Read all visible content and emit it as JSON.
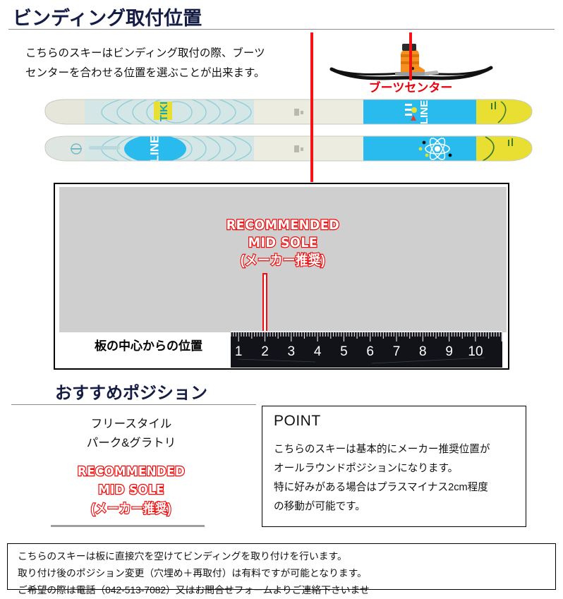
{
  "header": {
    "title": "ビンディング取付位置"
  },
  "intro": {
    "line1": "こちらのスキーはビンディング取付の際、ブーツ",
    "line2": "センターを合わせる位置を選ぶことが出来ます。"
  },
  "boot_illustration": {
    "caption": "ブーツセンター",
    "caption_color": "#e8000d",
    "boot_color": "#f78f1e",
    "center_line_color": "#f41414",
    "ski_color": "#111111"
  },
  "skis": {
    "tip_color": "#d6e7e6",
    "body_color": "#eeeee2",
    "accent_cyan": "#29bbed",
    "accent_yellow": "#e8df32",
    "brand": "LINE",
    "top_ski_graphic": "wave-rings-with-tiki-logo",
    "bottom_ski_graphic": "wave-rings-with-atom-logo"
  },
  "panel": {
    "recommended": {
      "line1": "RECOMMENDED",
      "line2": "MID SOLE",
      "line3": "(メーカー推奨)",
      "text_fill": "#ffffff",
      "text_stroke": "#f00b0b"
    },
    "from_center_label": "板の中心からの位置",
    "ruler": {
      "ticks": [
        1,
        2,
        3,
        4,
        5,
        6,
        7,
        8,
        9,
        10
      ],
      "unit": "cm",
      "background": "#121318",
      "mark_color": "#ffffff"
    },
    "pointer_position_cm": 2,
    "gray_fill": "#cfcfcf"
  },
  "recommended_section": {
    "title": "おすすめポジション",
    "style_line1": "フリースタイル",
    "style_line2": "パーク&グラトリ",
    "rec_line1": "RECOMMENDED",
    "rec_line2": "MID SOLE",
    "rec_line3": "(メーカー推奨)"
  },
  "point_box": {
    "title": "POINT",
    "line1": "こちらのスキーは基本的にメーカー推奨位置が",
    "line2": "オールラウンドポジションになります。",
    "line3": "特に好みがある場合はプラスマイナス2cm程度",
    "line4": "の移動が可能です。"
  },
  "footer": {
    "line1": "こちらのスキーは板に直接穴を空けてビンディングを取り付けを行います。",
    "line2": "取り付け後のポジション変更（穴埋め＋再取付）は有料ですが可能となります。",
    "line3": "ご希望の際は電話（042-513-7082）又はお問合せフォームよりご連絡下さいませ"
  }
}
